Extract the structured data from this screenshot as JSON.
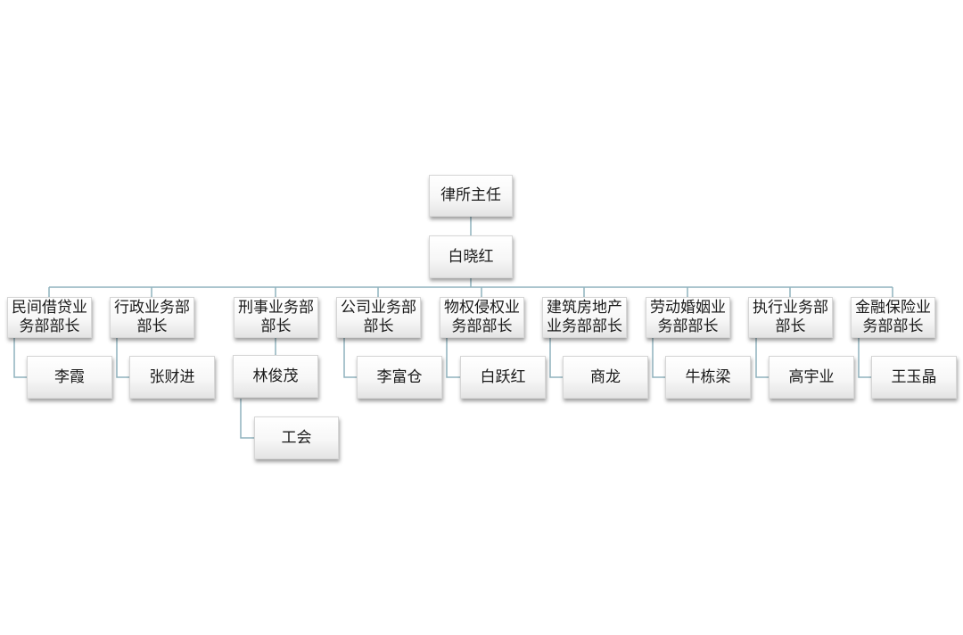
{
  "root": {
    "title": "律所主任",
    "name": "白晓红"
  },
  "departments": [
    {
      "title": "民间借贷业务部部长",
      "head": "李霞",
      "members": []
    },
    {
      "title": "行政业务部部长",
      "head": "张财进",
      "members": []
    },
    {
      "title": "刑事业务部部长",
      "head": "林俊茂",
      "members": [
        "工会"
      ]
    },
    {
      "title": "公司业务部部长",
      "head": "李富仓",
      "members": []
    },
    {
      "title": "物权侵权业务部部长",
      "head": "白跃红",
      "members": []
    },
    {
      "title": "建筑房地产业务部部长",
      "head": "商龙",
      "members": []
    },
    {
      "title": "劳动婚姻业务部部长",
      "head": "牛栋梁",
      "members": []
    },
    {
      "title": "执行业务部部长",
      "head": "高宇业",
      "members": []
    },
    {
      "title": "金融保险业务部部长",
      "head": "王玉晶",
      "members": []
    }
  ],
  "colors": {
    "connector": "#8fb2bd",
    "text": "#1a1a1a"
  }
}
